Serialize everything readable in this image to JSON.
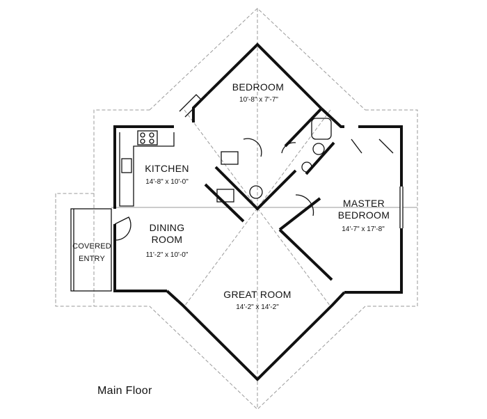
{
  "caption": "Main Floor",
  "rooms": {
    "bedroom": {
      "name": "BEDROOM",
      "dims": "10'-8\" x 7'-7\""
    },
    "kitchen": {
      "name": "KITCHEN",
      "dims": "14'-8\" x 10'-0\""
    },
    "master": {
      "name_line1": "MASTER",
      "name_line2": "BEDROOM",
      "dims": "14'-7\" x 17'-8\""
    },
    "dining": {
      "name_line1": "DINING",
      "name_line2": "ROOM",
      "dims": "11'-2\" x 10'-0\""
    },
    "covered_entry": {
      "name_line1": "COVERED",
      "name_line2": "ENTRY"
    },
    "great_room": {
      "name": "GREAT ROOM",
      "dims": "14'-2\" x 14'-2\""
    }
  }
}
